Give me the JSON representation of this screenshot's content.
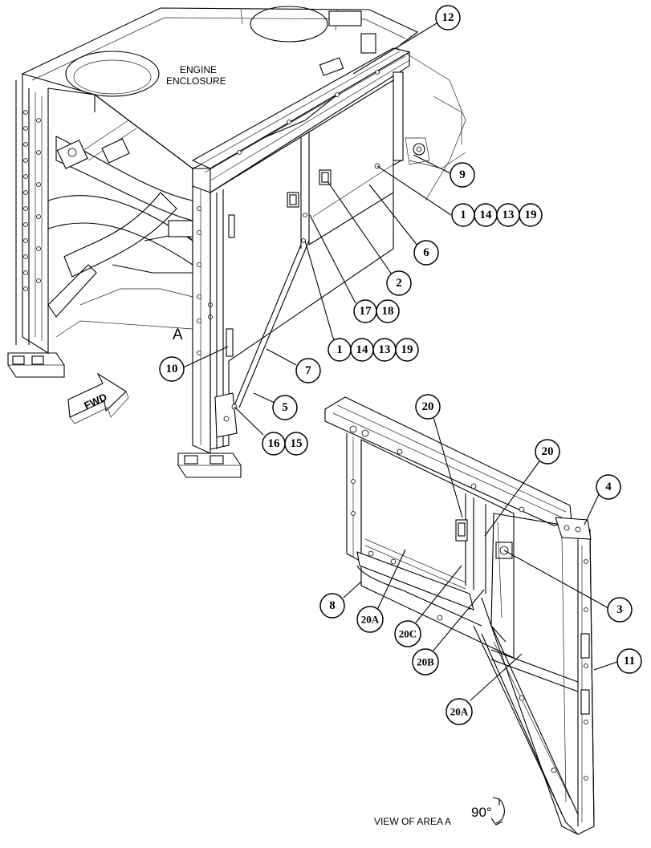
{
  "labels": {
    "engine_line1": "ENGINE",
    "engine_line2": "ENCLOSURE",
    "area_a": "A",
    "fwd": "FWD",
    "view_of_area": "VIEW OF AREA  A",
    "rotation": "90°"
  },
  "callouts": [
    {
      "text": "12"
    },
    {
      "text": "9"
    },
    {
      "text": "1"
    },
    {
      "text": "14"
    },
    {
      "text": "13"
    },
    {
      "text": "19"
    },
    {
      "text": "6"
    },
    {
      "text": "2"
    },
    {
      "text": "17"
    },
    {
      "text": "18"
    },
    {
      "text": "1"
    },
    {
      "text": "14"
    },
    {
      "text": "13"
    },
    {
      "text": "19"
    },
    {
      "text": "10"
    },
    {
      "text": "7"
    },
    {
      "text": "5"
    },
    {
      "text": "16"
    },
    {
      "text": "15"
    },
    {
      "text": "20"
    },
    {
      "text": "20"
    },
    {
      "text": "4"
    },
    {
      "text": "3"
    },
    {
      "text": "8"
    },
    {
      "text": "20A"
    },
    {
      "text": "20C"
    },
    {
      "text": "20B"
    },
    {
      "text": "11"
    },
    {
      "text": "20A"
    }
  ]
}
